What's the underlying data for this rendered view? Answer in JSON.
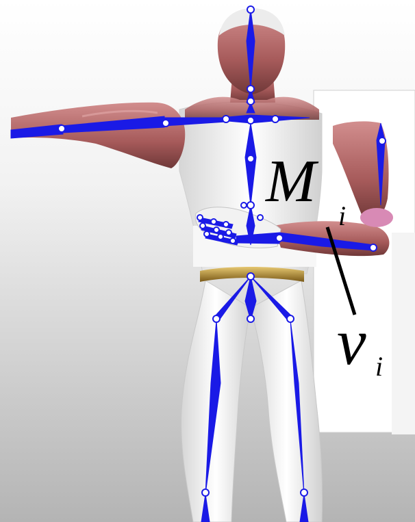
{
  "annotations": {
    "m_symbol": "M",
    "m_subscript": "i",
    "v_symbol": "v",
    "v_subscript": "i"
  },
  "colors": {
    "skeleton": "#1a1ae6",
    "skin": "#b56b6b",
    "suit": "#f2f2f2",
    "belt": "#a8842a",
    "background_top": "#ffffff",
    "background_bottom": "#b9b9b9",
    "marker": "#d88ab5"
  }
}
